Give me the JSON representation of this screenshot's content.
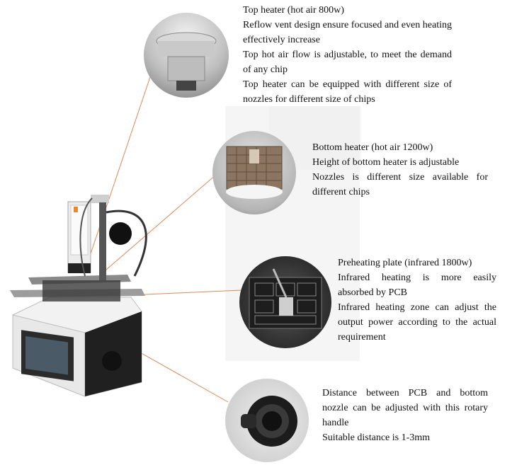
{
  "features": [
    {
      "lines": [
        "Top heater (hot air 800w)",
        "Reflow vent design ensure focused and even heating effectively increase",
        "Top hot air flow is adjustable, to meet the demand of any chip",
        "Top heater can be equipped with different size of nozzles for different size of chips"
      ]
    },
    {
      "lines": [
        "Bottom heater (hot air 1200w)",
        "Height of bottom heater is adjustable",
        "Nozzles is different size available for different chips"
      ]
    },
    {
      "lines": [
        "Preheating plate (infrared 1800w)",
        "Infrared heating is more easily absorbed by PCB",
        "Infrared heating zone can adjust the output power according to the actual requirement"
      ]
    },
    {
      "lines": [
        "Distance between PCB and bottom nozzle can be adjusted with this rotary handle",
        "Suitable distance is 1-3mm"
      ]
    }
  ],
  "colors": {
    "leader_line": "#d9895a",
    "machine_body": "#f2f2f2",
    "panel_dark": "#2b2b2b"
  }
}
